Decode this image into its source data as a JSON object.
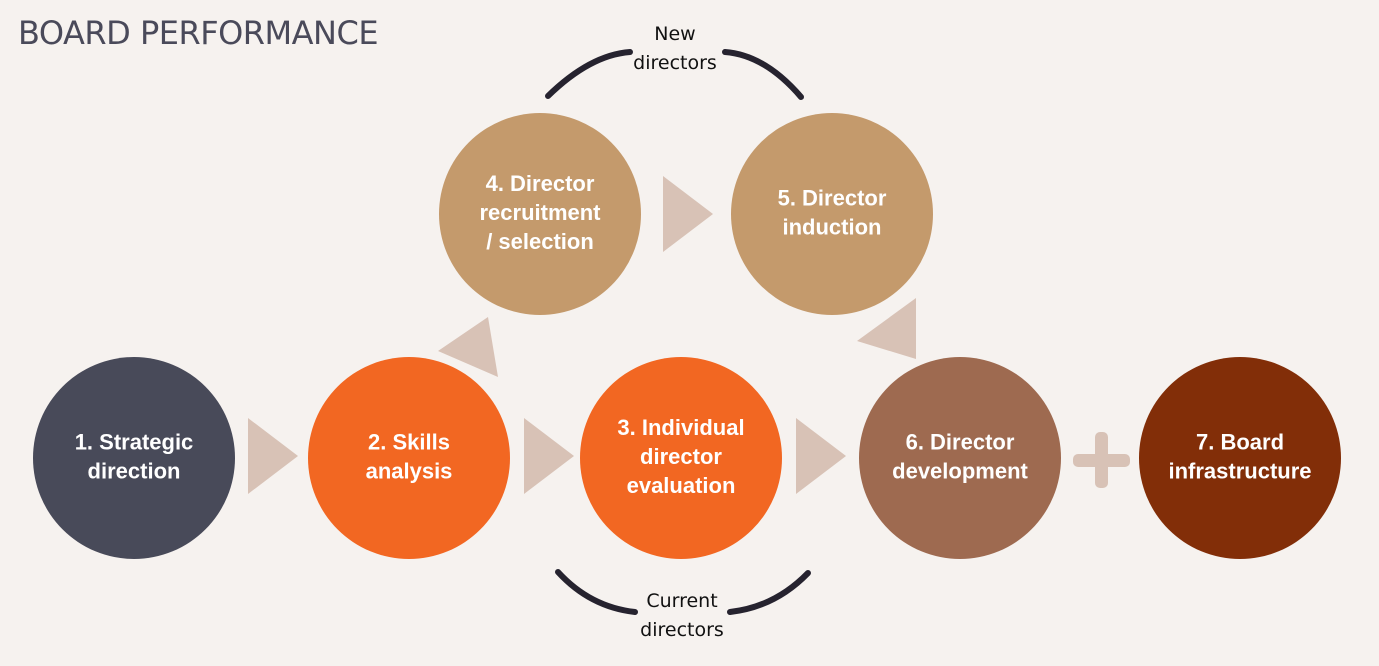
{
  "title": "BOARD PERFORMANCE",
  "colors": {
    "background": "#f6f2ef",
    "title": "#4a4a5a",
    "arrow": "#d8c2b6",
    "arc": "#26232f"
  },
  "nodes": [
    {
      "id": "strategic-direction",
      "lines": [
        "1. Strategic",
        "direction"
      ],
      "color": "#484a59"
    },
    {
      "id": "skills-analysis",
      "lines": [
        "2. Skills",
        "analysis"
      ],
      "color": "#f26722"
    },
    {
      "id": "individual-director-evaluation",
      "lines": [
        "3. Individual",
        "director",
        "evaluation"
      ],
      "color": "#f26722"
    },
    {
      "id": "director-recruitment-selection",
      "lines": [
        "4. Director",
        "recruitment",
        "/ selection"
      ],
      "color": "#c49a6c"
    },
    {
      "id": "director-induction",
      "lines": [
        "5. Director",
        "induction"
      ],
      "color": "#c49a6c"
    },
    {
      "id": "director-development",
      "lines": [
        "6. Director",
        "development"
      ],
      "color": "#9e6a50"
    },
    {
      "id": "board-infrastructure",
      "lines": [
        "7. Board",
        "infrastructure"
      ],
      "color": "#822e08"
    }
  ],
  "arc_labels": {
    "new_directors": [
      "New",
      "directors"
    ],
    "current_directors": [
      "Current",
      "directors"
    ]
  },
  "plus_symbol": "plus-icon"
}
